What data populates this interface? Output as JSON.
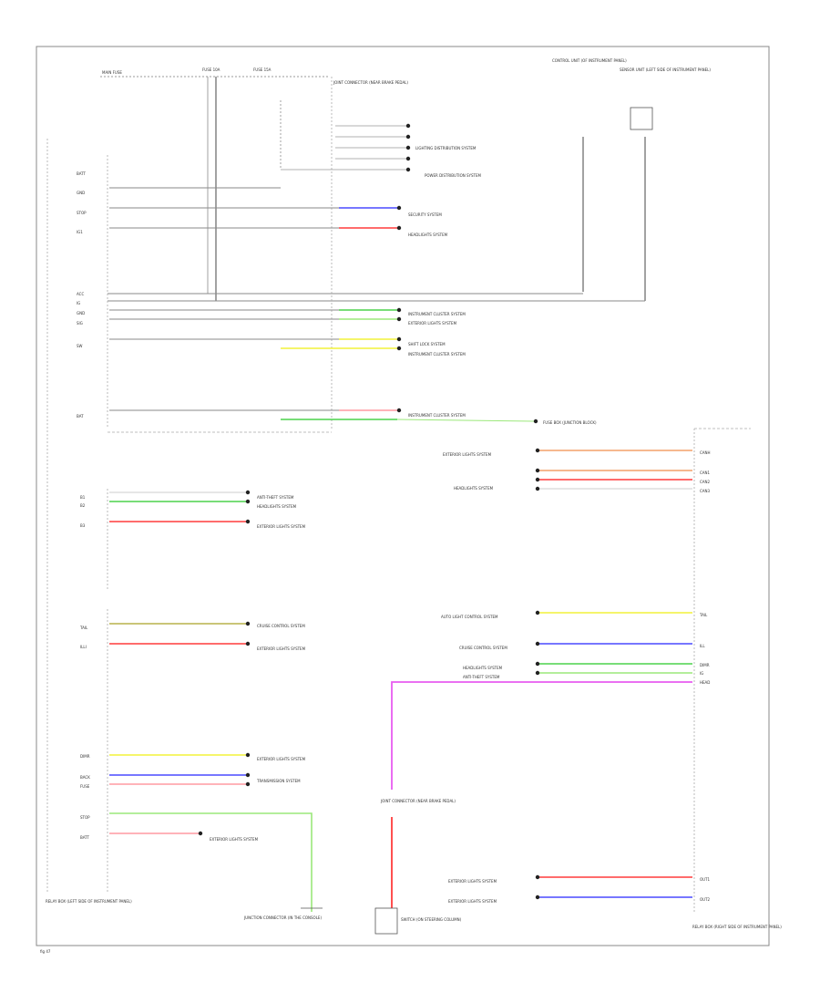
{
  "diagram": {
    "footer_id": "fig 47",
    "left_box_label": "RELAY BOX (LEFT SIDE OF INSTRUMENT PANEL)",
    "right_box_label": "RELAY BOX (RIGHT SIDE OF INSTRUMENT PANEL)",
    "top_label_left": "MAIN FUSE",
    "top_label_mid1": "FUSE 10A",
    "top_label_mid2": "FUSE 15A",
    "top_right_label1": "CONTROL UNIT (OF INSTRUMENT PANEL)",
    "top_right_label2": "SENSOR UNIT (LEFT SIDE OF INSTRUMENT PANEL)",
    "junction_label": "JOINT CONNECTOR (NEAR BRAKE PEDAL)",
    "bottom_mid_label": "JUNCTION CONNECTOR (IN THE CONSOLE)",
    "bottom_switch_label": "SWITCH (ON STEERING COLUMN)",
    "upper_pins": [
      "BATT",
      "GND",
      "STOP",
      "IG1",
      "ACC",
      "IG",
      "GND",
      "SIG",
      "SW",
      "BAT"
    ],
    "upper_targets": [
      "LIGHTING DISTRIBUTION SYSTEM",
      "SECURITY SYSTEM",
      "POWER DISTRIBUTION SYSTEM",
      "INSTRUMENT CLUSTER SYSTEM",
      "EXTERIOR LIGHTS SYSTEM",
      "SHIFT LOCK SYSTEM",
      "INSTRUMENT CLUSTER SYSTEM",
      "INSTRUMENT CLUSTER SYSTEM",
      "FUSE BOX (JUNCTION BLOCK)"
    ],
    "mid_left_targets": [
      "ANTI-THEFT SYSTEM",
      "HEADLIGHTS SYSTEM",
      "EXTERIOR LIGHTS SYSTEM"
    ],
    "mid_left_pins": [
      "B1",
      "B2",
      "B3"
    ],
    "low_left_targets": [
      "CRUISE CONTROL SYSTEM",
      "EXTERIOR LIGHTS SYSTEM",
      "EXTERIOR LIGHTS SYSTEM",
      "TRANSMISSION SYSTEM",
      "EXTERIOR LIGHTS SYSTEM"
    ],
    "low_left_pins": [
      "TAIL",
      "ILLI",
      "DIMR",
      "BACK",
      "FUSE",
      "STOP",
      "BATT"
    ],
    "right_upper_targets": [
      "EXTERIOR LIGHTS SYSTEM",
      "HEADLIGHTS SYSTEM"
    ],
    "right_upper_pins": [
      "CANH",
      "CAN1",
      "CAN2",
      "CAN3"
    ],
    "right_mid_targets": [
      "AUTO LIGHT CONTROL SYSTEM",
      "CRUISE CONTROL SYSTEM",
      "HEADLIGHTS SYSTEM",
      "ANTI-THEFT SYSTEM"
    ],
    "right_mid_pins": [
      "TAIL",
      "ILL",
      "DIMR",
      "IG",
      "HEAD"
    ],
    "right_low_targets": [
      "EXTERIOR LIGHTS SYSTEM",
      "EXTERIOR LIGHTS SYSTEM"
    ],
    "right_low_pins": [
      "OUT1",
      "OUT2"
    ],
    "wire_colors": [
      "WHT",
      "BLK",
      "BLU",
      "RED",
      "GRN",
      "YEL",
      "ORG",
      "PNK",
      "LT GRN",
      "BRN",
      "VIO"
    ],
    "colors": {
      "red": "#ff3b3b",
      "pink": "#ff9aa2",
      "green": "#4bd24b",
      "lightgreen": "#9be87a",
      "yellow": "#f2f23a",
      "blue": "#4a4aff",
      "violet": "#b050e0",
      "magenta": "#e85cf0",
      "orange": "#f4a06a",
      "olive": "#b9b24a",
      "gray": "#8a8a8a"
    }
  }
}
